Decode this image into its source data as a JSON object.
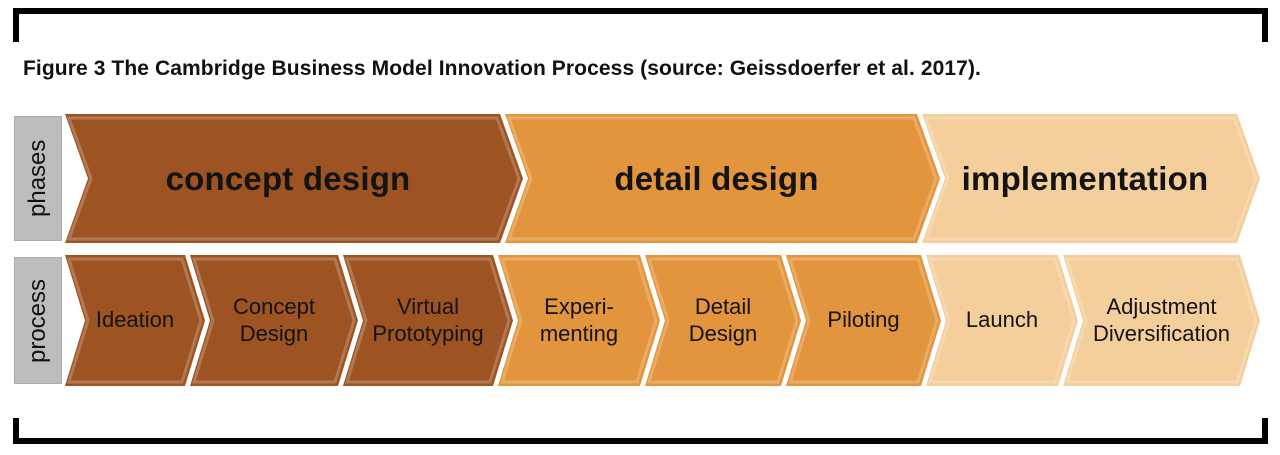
{
  "caption": "Figure 3 The Cambridge Business Model Innovation Process (source: Geissdoerfer et al. 2017).",
  "colors": {
    "dark_brown": "#9D5322",
    "orange": "#E2953C",
    "tan": "#F4CE9B",
    "label_gray": "#BDBDBD",
    "text_black": "#111111",
    "frame_black": "#000000"
  },
  "rows": [
    {
      "label": "phases",
      "items": [
        {
          "label": "concept design",
          "color": "dark_brown"
        },
        {
          "label": "detail design",
          "color": "orange"
        },
        {
          "label": "implementation",
          "color": "tan"
        }
      ]
    },
    {
      "label": "process",
      "items": [
        {
          "label": "Ideation",
          "color": "dark_brown"
        },
        {
          "label": "Concept\nDesign",
          "color": "dark_brown"
        },
        {
          "label": "Virtual\nPrototyping",
          "color": "dark_brown"
        },
        {
          "label": "Experi-\nmenting",
          "color": "orange"
        },
        {
          "label": "Detail\nDesign",
          "color": "orange"
        },
        {
          "label": "Piloting",
          "color": "orange"
        },
        {
          "label": "Launch",
          "color": "tan"
        },
        {
          "label": "Adjustment\nDiversification",
          "color": "tan"
        }
      ]
    }
  ]
}
